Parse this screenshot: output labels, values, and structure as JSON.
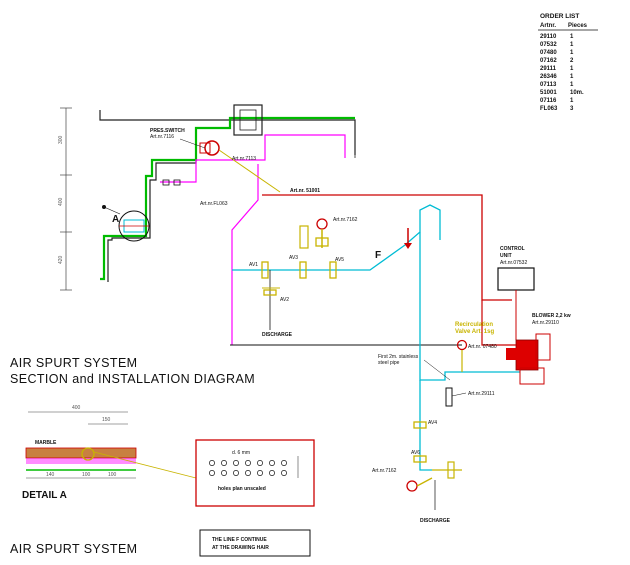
{
  "order_list": {
    "title": "ORDER LIST",
    "col_article": "Artnr.",
    "col_pieces": "Pieces",
    "rows": [
      {
        "art": "29110",
        "qty": "1"
      },
      {
        "art": "07532",
        "qty": "1"
      },
      {
        "art": "07480",
        "qty": "1"
      },
      {
        "art": "07162",
        "qty": "2"
      },
      {
        "art": "29111",
        "qty": "1"
      },
      {
        "art": "26346",
        "qty": "1"
      },
      {
        "art": "07113",
        "qty": "1"
      },
      {
        "art": "51001",
        "qty": "10m."
      },
      {
        "art": "07116",
        "qty": "1"
      },
      {
        "art": "FL063",
        "qty": "3"
      }
    ]
  },
  "labels": {
    "pressure_switch": "PRES.SWITCH",
    "pressure_switch_art": "Art.nr.7116",
    "art_7113": "Art.nr.7113",
    "art_fl063": "Art.nr.FL063",
    "art_51001": "Art.nr. 51001",
    "art_7162_top": "Art.nr.7162",
    "control_unit_1": "CONTROL",
    "control_unit_2": "UNIT",
    "control_unit_art": "Art.nr.07532",
    "blower_1": "BLOWER 2,2 kw",
    "blower_art": "Art.nr.29110",
    "filter_1": "Recirculation",
    "filter_2": "Valve Art. 1sg",
    "art_07480": "Art.nr. 07480",
    "first_2m_1": "First 2m. stainless",
    "first_2m_2": "steel pipe",
    "art_29111": "Art.nr.29111",
    "art_7162_bottom": "Art.nr.7162",
    "discharge_1": "DISCHARGE",
    "discharge_2": "DISCHARGE",
    "av1": "AV1",
    "av2": "AV2",
    "av3": "AV3",
    "av5": "AV5",
    "av4": "AV4",
    "av6": "AV6",
    "letter_f": "F",
    "letter_a": "A",
    "dim_300": "300",
    "dim_400": "400",
    "dim_420": "420",
    "detail_dim_400": "400",
    "detail_dim_150": "150",
    "detail_dim_140": "140",
    "detail_dim_100a": "100",
    "detail_dim_100b": "100",
    "marble": "MARBLE",
    "holes_plan": "holes plan unscaled",
    "hole_dim": "d. 6 mm",
    "title_line_1": "AIR SPURT SYSTEM",
    "title_line_2": "SECTION and INSTALLATION DIAGRAM",
    "detail_a": "DETAIL A",
    "footer_title": "AIR SPURT SYSTEM",
    "note_line_1": "THE LINE F CONTINUE",
    "note_line_2": "AT THE DRAWING HAIR"
  },
  "colors": {
    "pool_wall": "#00bb00",
    "pool_finish": "#ff00ff",
    "air_pipe": "#cc0000",
    "water_pipe": "#00bcd4",
    "fittings": "#c8b400",
    "blower": "#dd0000",
    "structure": "#222222"
  }
}
